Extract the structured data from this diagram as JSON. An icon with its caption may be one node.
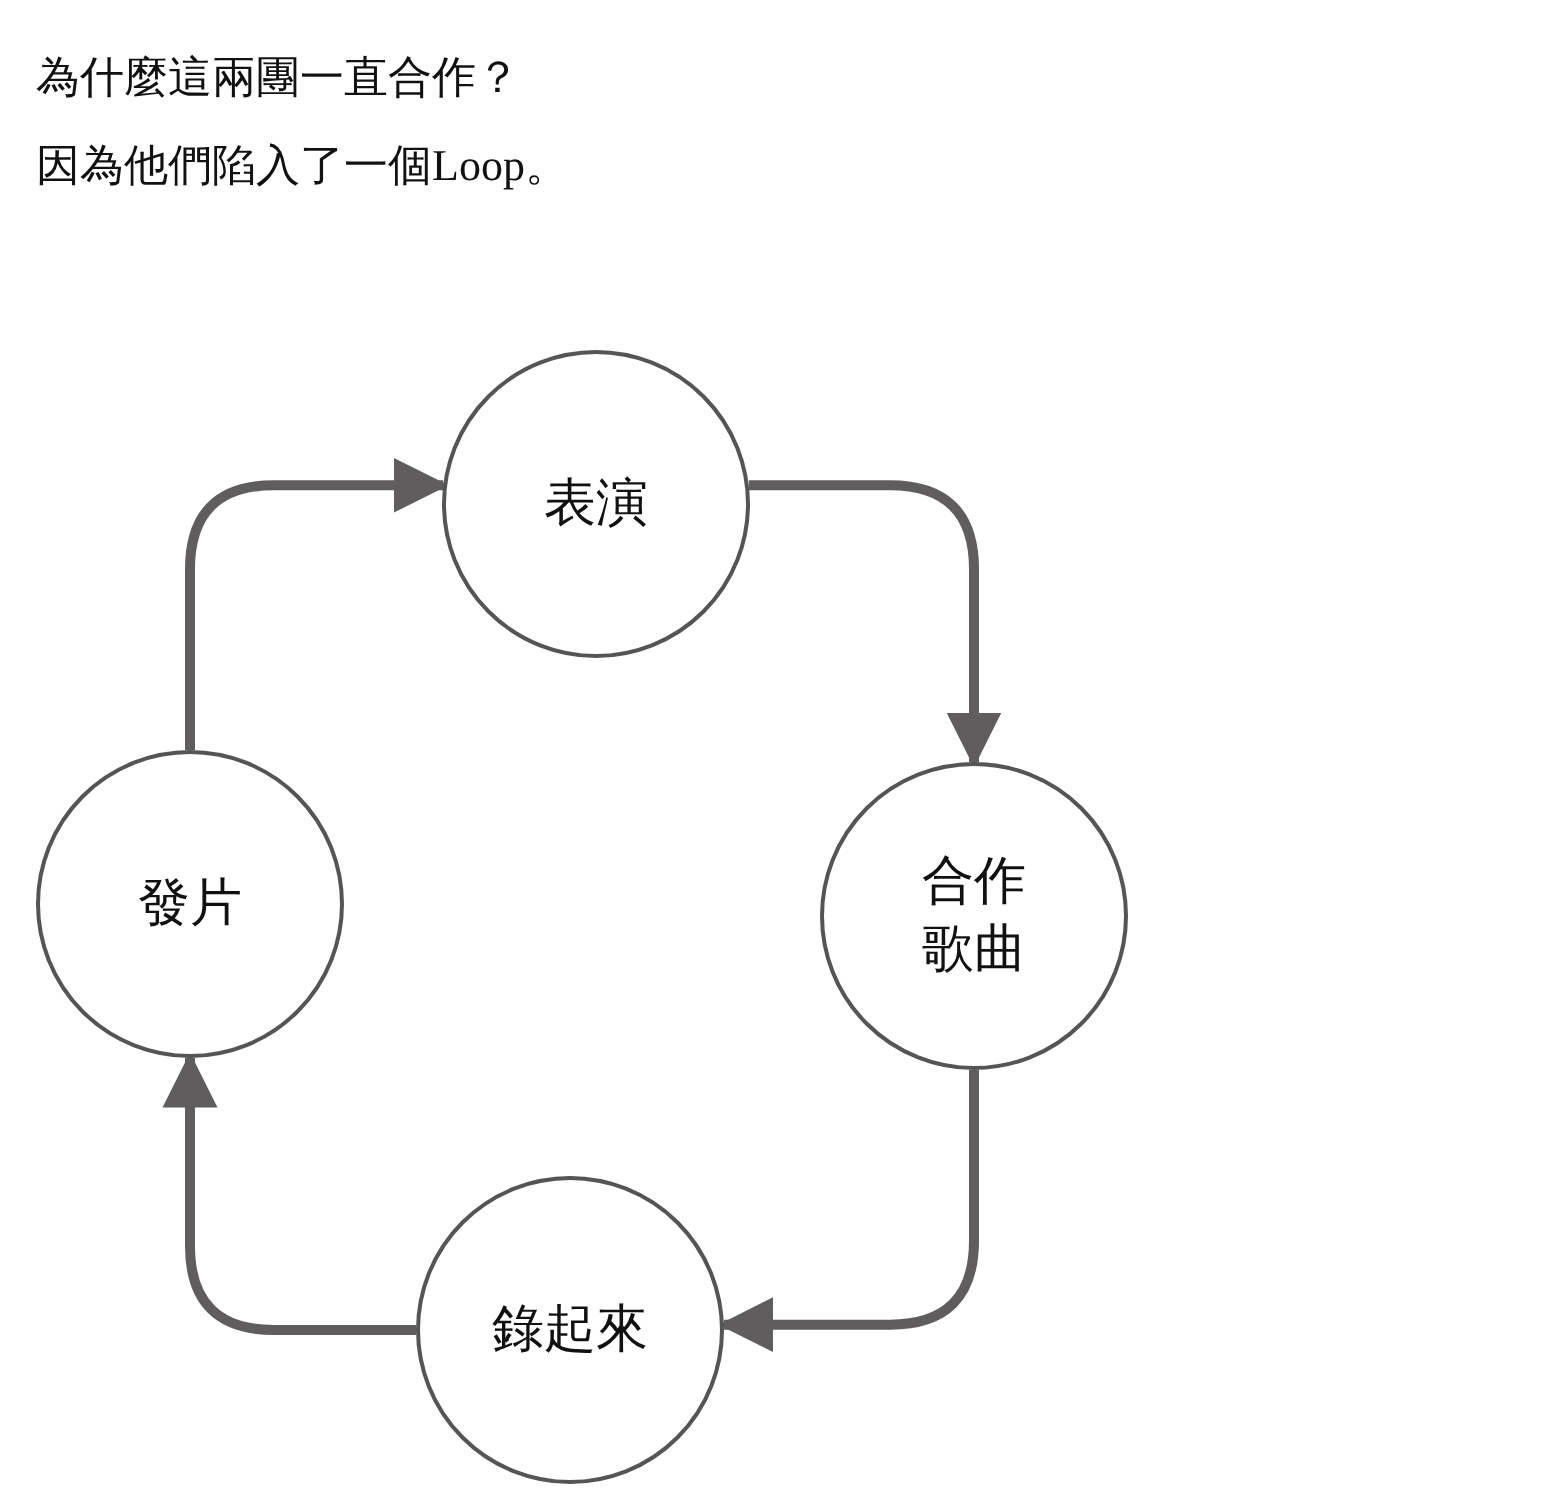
{
  "diagram": {
    "title": "為什麼這兩團一直合作？",
    "nodes": [
      {
        "text": [
          "表演"
        ]
      },
      {
        "text": [
          "合作歌曲"
        ]
      },
      {
        "text": [
          "錄起來"
        ]
      },
      {
        "text": [
          "發片"
        ]
      }
    ],
    "edges": [
      {
        "from": 0,
        "to": 1,
        "arrow": "to"
      },
      {
        "from": 1,
        "to": 2,
        "arrow": "to"
      },
      {
        "from": 2,
        "to": 3,
        "arrow": "to"
      },
      {
        "from": 3,
        "to": 0,
        "arrow": "to"
      }
    ],
    "labels": [
      "因為他們陷入了一個Loop。"
    ]
  }
}
